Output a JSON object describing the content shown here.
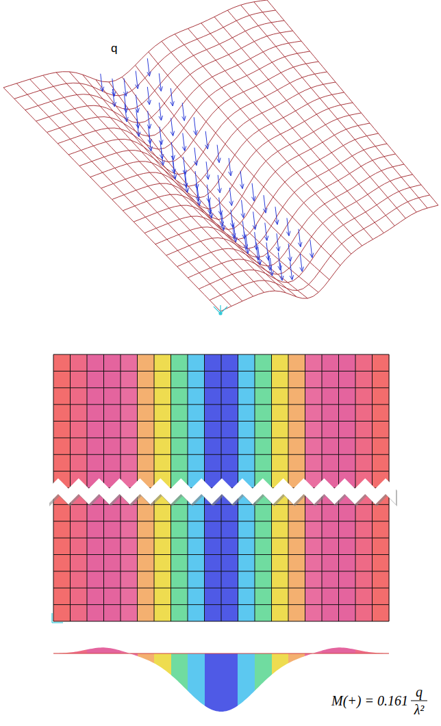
{
  "diagram": {
    "labels": [
      "q",
      "M(+) = 0.161",
      "q",
      "λ²"
    ]
  }
}
